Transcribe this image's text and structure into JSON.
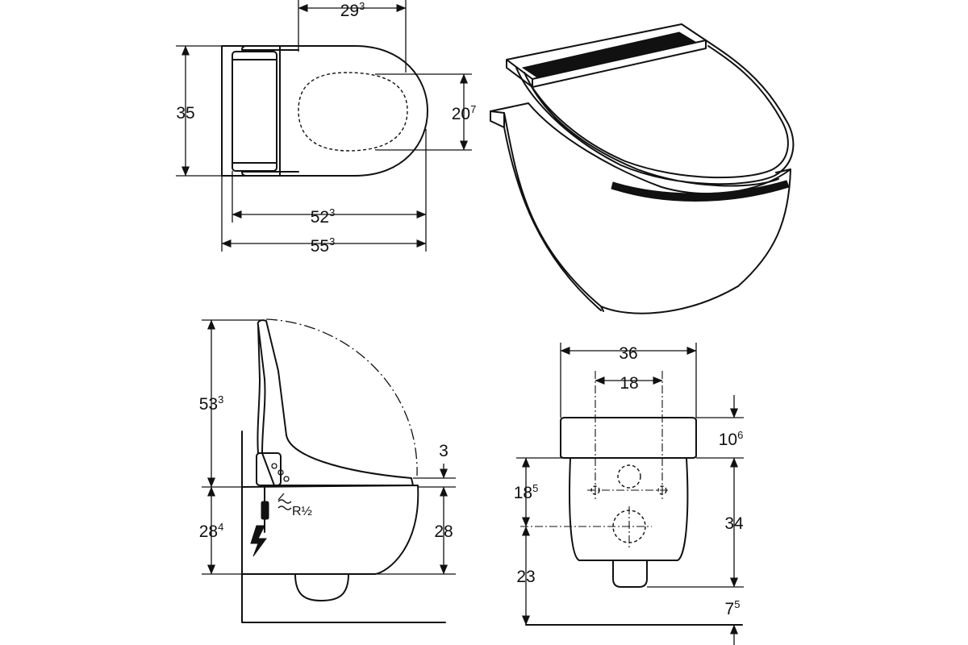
{
  "diagram": {
    "top_view": {
      "dim_width_top": {
        "main": "29",
        "sup": "3"
      },
      "dim_height_left": {
        "main": "35",
        "sup": ""
      },
      "dim_height_right": {
        "main": "20",
        "sup": "7"
      },
      "dim_length_inner": {
        "main": "52",
        "sup": "3"
      },
      "dim_length_outer": {
        "main": "55",
        "sup": "3"
      }
    },
    "side_view": {
      "dim_total_height": {
        "main": "53",
        "sup": "3"
      },
      "dim_mount_height": {
        "main": "28",
        "sup": "4"
      },
      "dim_bowl_height": {
        "main": "28",
        "sup": ""
      },
      "dim_seat_gap": {
        "main": "3",
        "sup": ""
      },
      "water_connection": "R½"
    },
    "front_view": {
      "dim_width": {
        "main": "36",
        "sup": ""
      },
      "dim_bolt_spacing": {
        "main": "18",
        "sup": ""
      },
      "dim_lid_height": {
        "main": "10",
        "sup": "6"
      },
      "dim_bolt_height": {
        "main": "18",
        "sup": "5"
      },
      "dim_bowl_height": {
        "main": "34",
        "sup": ""
      },
      "dim_outlet_height": {
        "main": "23",
        "sup": ""
      },
      "dim_floor_gap": {
        "main": "7",
        "sup": "5"
      }
    }
  }
}
